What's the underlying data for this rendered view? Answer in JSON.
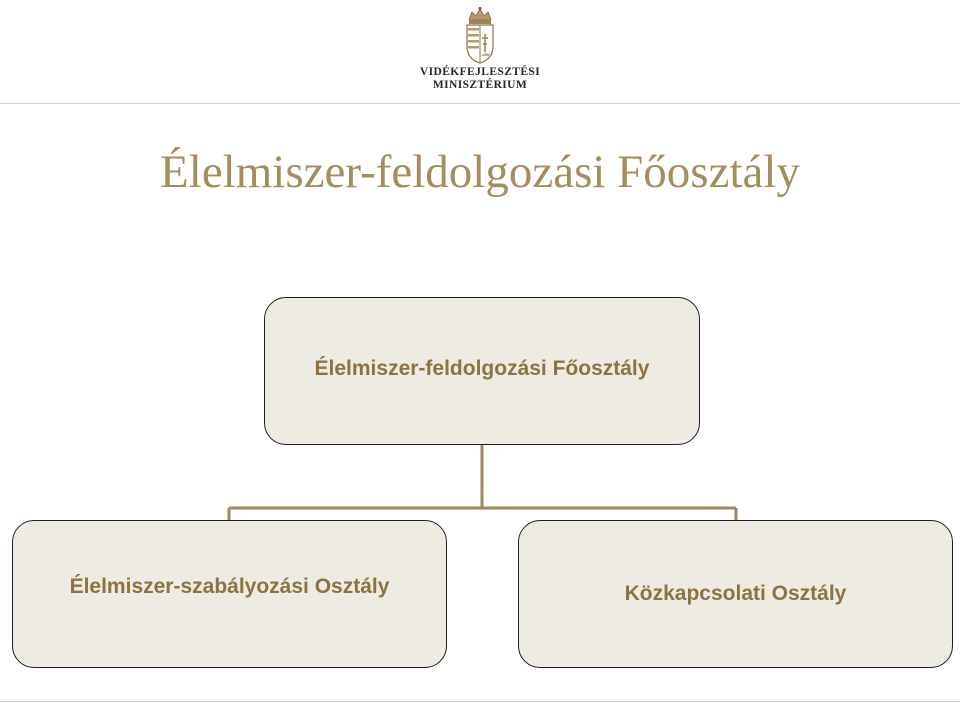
{
  "header": {
    "ministry_line1": "VIDÉKFEJLESZTÉSI",
    "ministry_line2": "MINISZTÉRIUM",
    "logo_icon": "hungarian-coat-of-arms-icon"
  },
  "title": "Élelmiszer-feldolgozási Főosztály",
  "org_chart": {
    "root": "Élelmiszer-feldolgozási Főosztály",
    "children": [
      "Élelmiszer-szabályozási Osztály",
      "Közkapcsolati Osztály"
    ]
  },
  "colors": {
    "accent_gold": "#a38f5e",
    "box_text": "#8c7442",
    "box_fill": "#eeebe2",
    "connector": "#9b8a62"
  }
}
